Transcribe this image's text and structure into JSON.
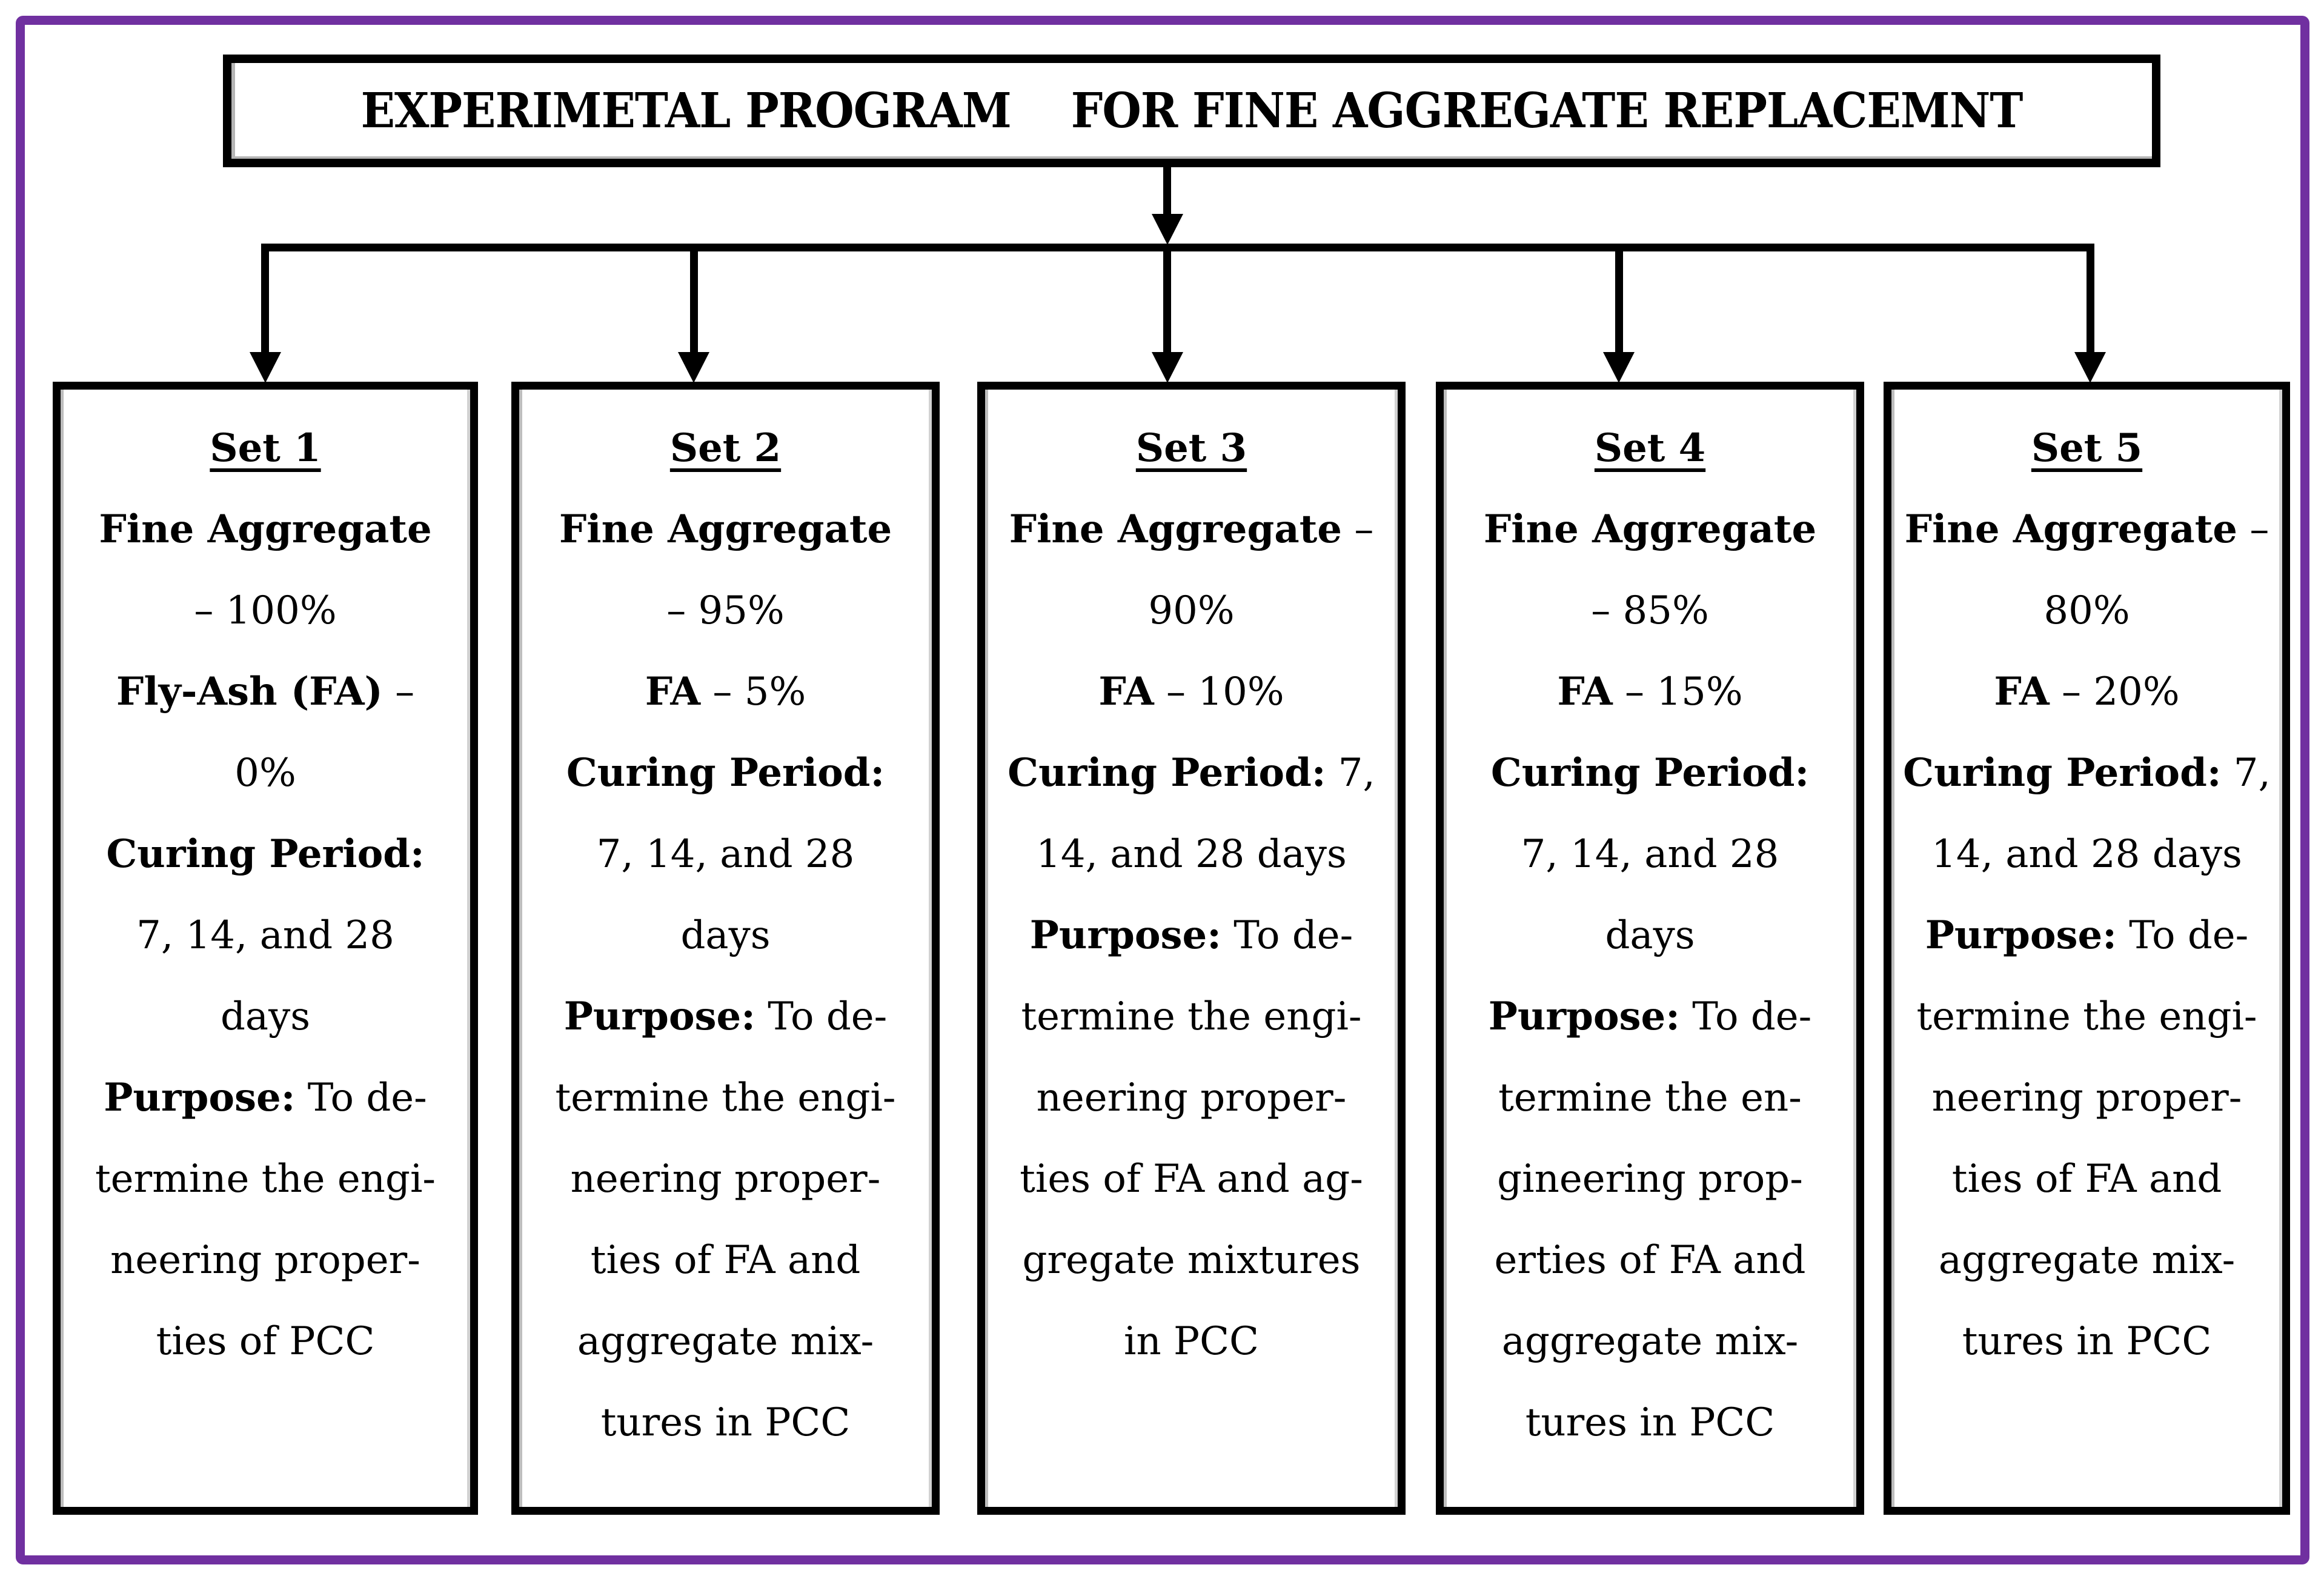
{
  "diagram": {
    "colors": {
      "frame": "#7030A0",
      "line": "#000000",
      "background": "#ffffff"
    },
    "title": "EXPERIMETAL PROGRAM    FOR FINE AGGREGATE REPLACEMNT",
    "sets": [
      {
        "title": "Set 1",
        "lines": [
          [
            {
              "t": "Fine Aggregate",
              "b": true
            }
          ],
          [
            {
              "t": "– 100%",
              "b": false
            }
          ],
          [
            {
              "t": "Fly-Ash (FA)",
              "b": true
            },
            {
              "t": " –",
              "b": false
            }
          ],
          [
            {
              "t": "0%",
              "b": false
            }
          ],
          [
            {
              "t": "Curing Period:",
              "b": true
            }
          ],
          [
            {
              "t": "7, 14, and 28",
              "b": false
            }
          ],
          [
            {
              "t": "days",
              "b": false
            }
          ],
          [
            {
              "t": "Purpose:",
              "b": true
            },
            {
              "t": " To de-",
              "b": false
            }
          ],
          [
            {
              "t": "termine the engi-",
              "b": false
            }
          ],
          [
            {
              "t": "neering proper-",
              "b": false
            }
          ],
          [
            {
              "t": "ties of PCC",
              "b": false
            }
          ]
        ]
      },
      {
        "title": "Set 2",
        "lines": [
          [
            {
              "t": "Fine Aggregate",
              "b": true
            }
          ],
          [
            {
              "t": "– 95%",
              "b": false
            }
          ],
          [
            {
              "t": "FA",
              "b": true
            },
            {
              "t": " – 5%",
              "b": false
            }
          ],
          [
            {
              "t": "Curing Period:",
              "b": true
            }
          ],
          [
            {
              "t": "7, 14, and 28",
              "b": false
            }
          ],
          [
            {
              "t": "days",
              "b": false
            }
          ],
          [
            {
              "t": "Purpose:",
              "b": true
            },
            {
              "t": " To de-",
              "b": false
            }
          ],
          [
            {
              "t": "termine the engi-",
              "b": false
            }
          ],
          [
            {
              "t": "neering proper-",
              "b": false
            }
          ],
          [
            {
              "t": "ties of FA and",
              "b": false
            }
          ],
          [
            {
              "t": "aggregate mix-",
              "b": false
            }
          ],
          [
            {
              "t": "tures in PCC",
              "b": false
            }
          ]
        ]
      },
      {
        "title": "Set 3",
        "lines": [
          [
            {
              "t": "Fine Aggregate",
              "b": true
            },
            {
              "t": " –",
              "b": false
            }
          ],
          [
            {
              "t": "90%",
              "b": false
            }
          ],
          [
            {
              "t": "FA",
              "b": true
            },
            {
              "t": " – 10%",
              "b": false
            }
          ],
          [
            {
              "t": "Curing Period:",
              "b": true
            },
            {
              "t": " 7,",
              "b": false
            }
          ],
          [
            {
              "t": "14, and 28 days",
              "b": false
            }
          ],
          [
            {
              "t": "Purpose:",
              "b": true
            },
            {
              "t": " To de-",
              "b": false
            }
          ],
          [
            {
              "t": "termine the engi-",
              "b": false
            }
          ],
          [
            {
              "t": "neering proper-",
              "b": false
            }
          ],
          [
            {
              "t": "ties of FA and ag-",
              "b": false
            }
          ],
          [
            {
              "t": "gregate mixtures",
              "b": false
            }
          ],
          [
            {
              "t": "in PCC",
              "b": false
            }
          ]
        ]
      },
      {
        "title": "Set 4",
        "lines": [
          [
            {
              "t": "Fine Aggregate",
              "b": true
            }
          ],
          [
            {
              "t": "– 85%",
              "b": false
            }
          ],
          [
            {
              "t": "FA",
              "b": true
            },
            {
              "t": " – 15%",
              "b": false
            }
          ],
          [
            {
              "t": "Curing Period:",
              "b": true
            }
          ],
          [
            {
              "t": "7, 14, and 28",
              "b": false
            }
          ],
          [
            {
              "t": "days",
              "b": false
            }
          ],
          [
            {
              "t": "Purpose:",
              "b": true
            },
            {
              "t": " To de-",
              "b": false
            }
          ],
          [
            {
              "t": "termine the en-",
              "b": false
            }
          ],
          [
            {
              "t": "gineering prop-",
              "b": false
            }
          ],
          [
            {
              "t": "erties of FA and",
              "b": false
            }
          ],
          [
            {
              "t": "aggregate mix-",
              "b": false
            }
          ],
          [
            {
              "t": "tures in PCC",
              "b": false
            }
          ]
        ]
      },
      {
        "title": "Set 5",
        "lines": [
          [
            {
              "t": "Fine Aggregate",
              "b": true
            },
            {
              "t": " –",
              "b": false
            }
          ],
          [
            {
              "t": "80%",
              "b": false
            }
          ],
          [
            {
              "t": "FA",
              "b": true
            },
            {
              "t": " – 20%",
              "b": false
            }
          ],
          [
            {
              "t": "Curing Period:",
              "b": true
            },
            {
              "t": " 7,",
              "b": false
            }
          ],
          [
            {
              "t": "14, and 28 days",
              "b": false
            }
          ],
          [
            {
              "t": "Purpose:",
              "b": true
            },
            {
              "t": " To de-",
              "b": false
            }
          ],
          [
            {
              "t": "termine the engi-",
              "b": false
            }
          ],
          [
            {
              "t": "neering proper-",
              "b": false
            }
          ],
          [
            {
              "t": "ties of FA and",
              "b": false
            }
          ],
          [
            {
              "t": "aggregate mix-",
              "b": false
            }
          ],
          [
            {
              "t": "tures in PCC",
              "b": false
            }
          ]
        ]
      }
    ]
  }
}
